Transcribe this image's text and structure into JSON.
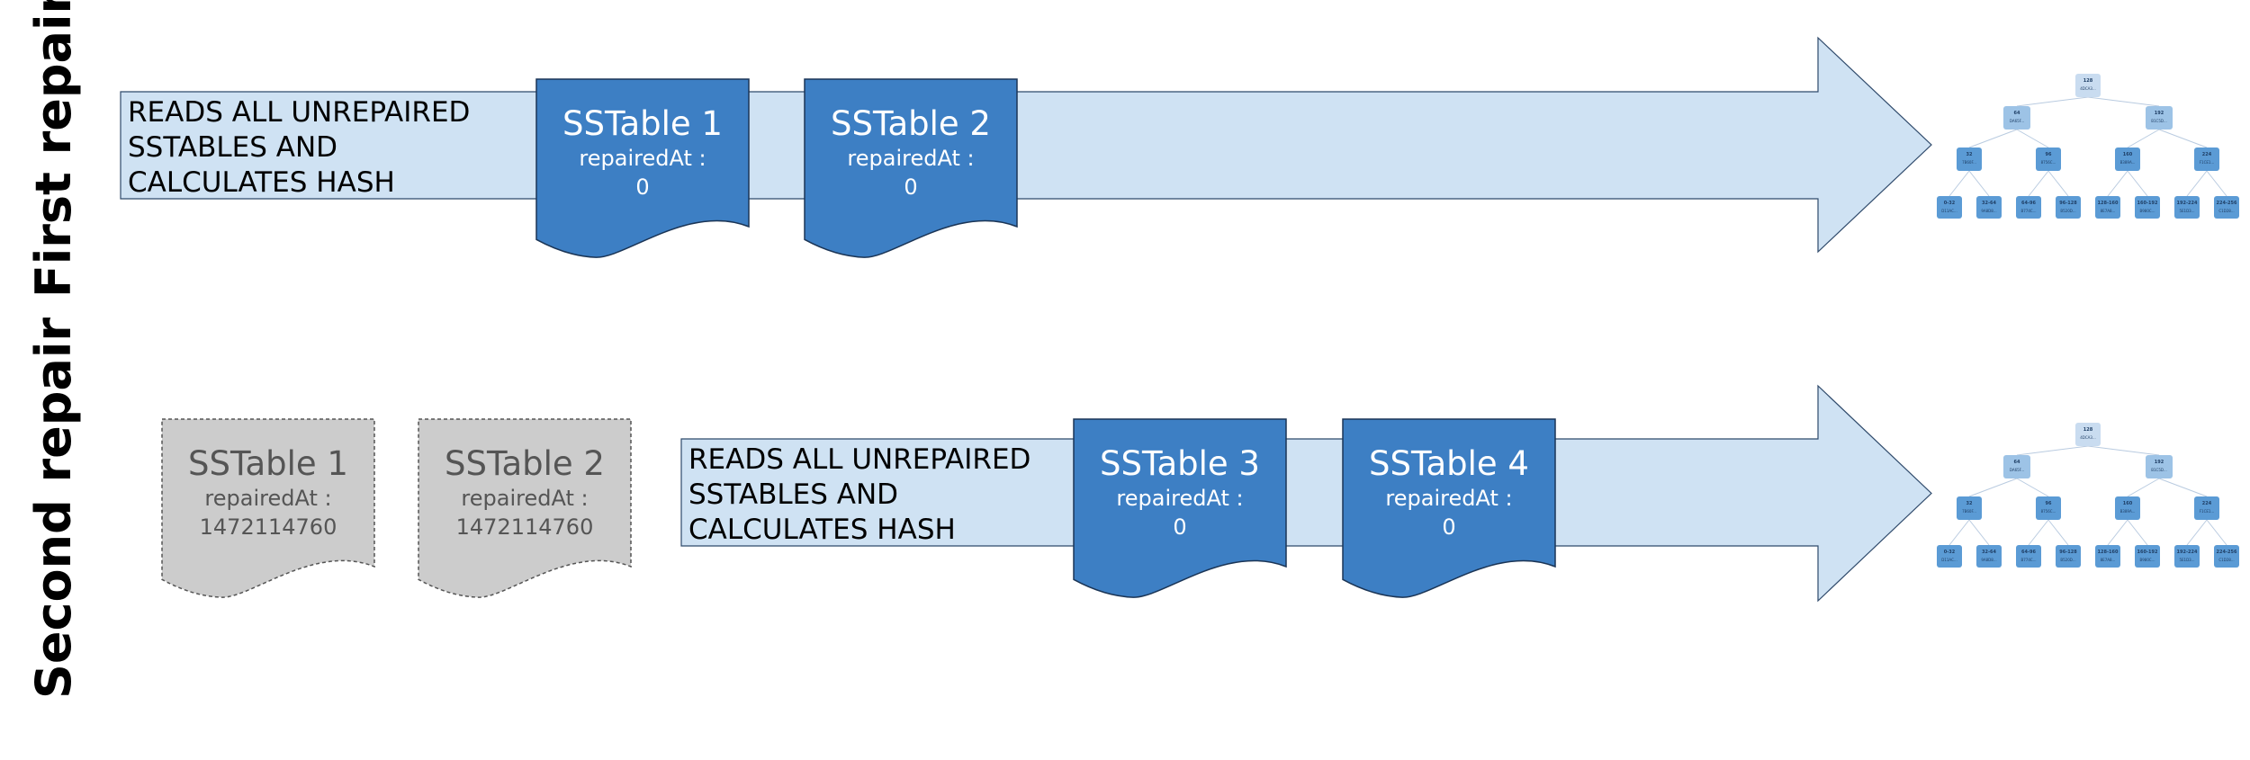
{
  "rows": [
    {
      "label": "First repair",
      "arrow_text": [
        "READS ALL UNREPAIRED",
        " SSTABLES AND",
        "CALCULATES HASH"
      ],
      "repaired_sstables": [],
      "unrepaired_sstables": [
        {
          "title": "SSTable 1",
          "meta_label": "repairedAt :",
          "meta_value": "0"
        },
        {
          "title": "SSTable 2",
          "meta_label": "repairedAt :",
          "meta_value": "0"
        }
      ],
      "merkle_tree": {
        "root": {
          "range": "128",
          "hash": "4DCA3..."
        },
        "level1": [
          {
            "range": "64",
            "hash": "DA65F..."
          },
          {
            "range": "192",
            "hash": "B1C5D..."
          }
        ],
        "level2": [
          {
            "range": "32",
            "hash": "7B60F..."
          },
          {
            "range": "96",
            "hash": "8756C..."
          },
          {
            "range": "160",
            "hash": "B389A..."
          },
          {
            "range": "224",
            "hash": "F1CE1..."
          }
        ],
        "leaves": [
          {
            "range": "0-32",
            "hash": "D11AC..."
          },
          {
            "range": "32-64",
            "hash": "9A8D8..."
          },
          {
            "range": "64-96",
            "hash": "B774C..."
          },
          {
            "range": "96-128",
            "hash": "B520D..."
          },
          {
            "range": "128-160",
            "hash": "8E7A8..."
          },
          {
            "range": "160-192",
            "hash": "B980C..."
          },
          {
            "range": "192-224",
            "hash": "5E1D3..."
          },
          {
            "range": "224-256",
            "hash": "C1D28..."
          }
        ]
      }
    },
    {
      "label": "Second repair",
      "arrow_text": [
        "READS ALL UNREPAIRED",
        " SSTABLES AND",
        "CALCULATES HASH"
      ],
      "repaired_sstables": [
        {
          "title": "SSTable 1",
          "meta_label": "repairedAt :",
          "meta_value": "1472114760"
        },
        {
          "title": "SSTable 2",
          "meta_label": "repairedAt :",
          "meta_value": "1472114760"
        }
      ],
      "unrepaired_sstables": [
        {
          "title": "SSTable 3",
          "meta_label": "repairedAt :",
          "meta_value": "0"
        },
        {
          "title": "SSTable 4",
          "meta_label": "repairedAt :",
          "meta_value": "0"
        }
      ],
      "merkle_tree": {
        "root": {
          "range": "128",
          "hash": "4DCA3..."
        },
        "level1": [
          {
            "range": "64",
            "hash": "DA65F..."
          },
          {
            "range": "192",
            "hash": "B1C5D..."
          }
        ],
        "level2": [
          {
            "range": "32",
            "hash": "7B60F..."
          },
          {
            "range": "96",
            "hash": "8756C..."
          },
          {
            "range": "160",
            "hash": "B389A..."
          },
          {
            "range": "224",
            "hash": "F1CE1..."
          }
        ],
        "leaves": [
          {
            "range": "0-32",
            "hash": "D11AC..."
          },
          {
            "range": "32-64",
            "hash": "9A8D8..."
          },
          {
            "range": "64-96",
            "hash": "B774C..."
          },
          {
            "range": "96-128",
            "hash": "B520D..."
          },
          {
            "range": "128-160",
            "hash": "8E7A8..."
          },
          {
            "range": "160-192",
            "hash": "B980C..."
          },
          {
            "range": "192-224",
            "hash": "5E1D3..."
          },
          {
            "range": "224-256",
            "hash": "C1D28..."
          }
        ]
      }
    }
  ],
  "colors": {
    "arrow_fill": "#cfe2f3",
    "arrow_stroke": "#2f4a6b",
    "sstable_fill": "#3d7fc4",
    "sstable_stroke": "#1b3556",
    "sstable_text": "#ffffff",
    "repaired_fill": "#cccccc",
    "repaired_stroke": "#555555",
    "repaired_text": "#555555",
    "tree_node": "#5b9bd5",
    "tree_node_light": "#9dc3e6",
    "tree_node_pale": "#c9dcf0",
    "tree_edge": "#b9cbe0"
  }
}
